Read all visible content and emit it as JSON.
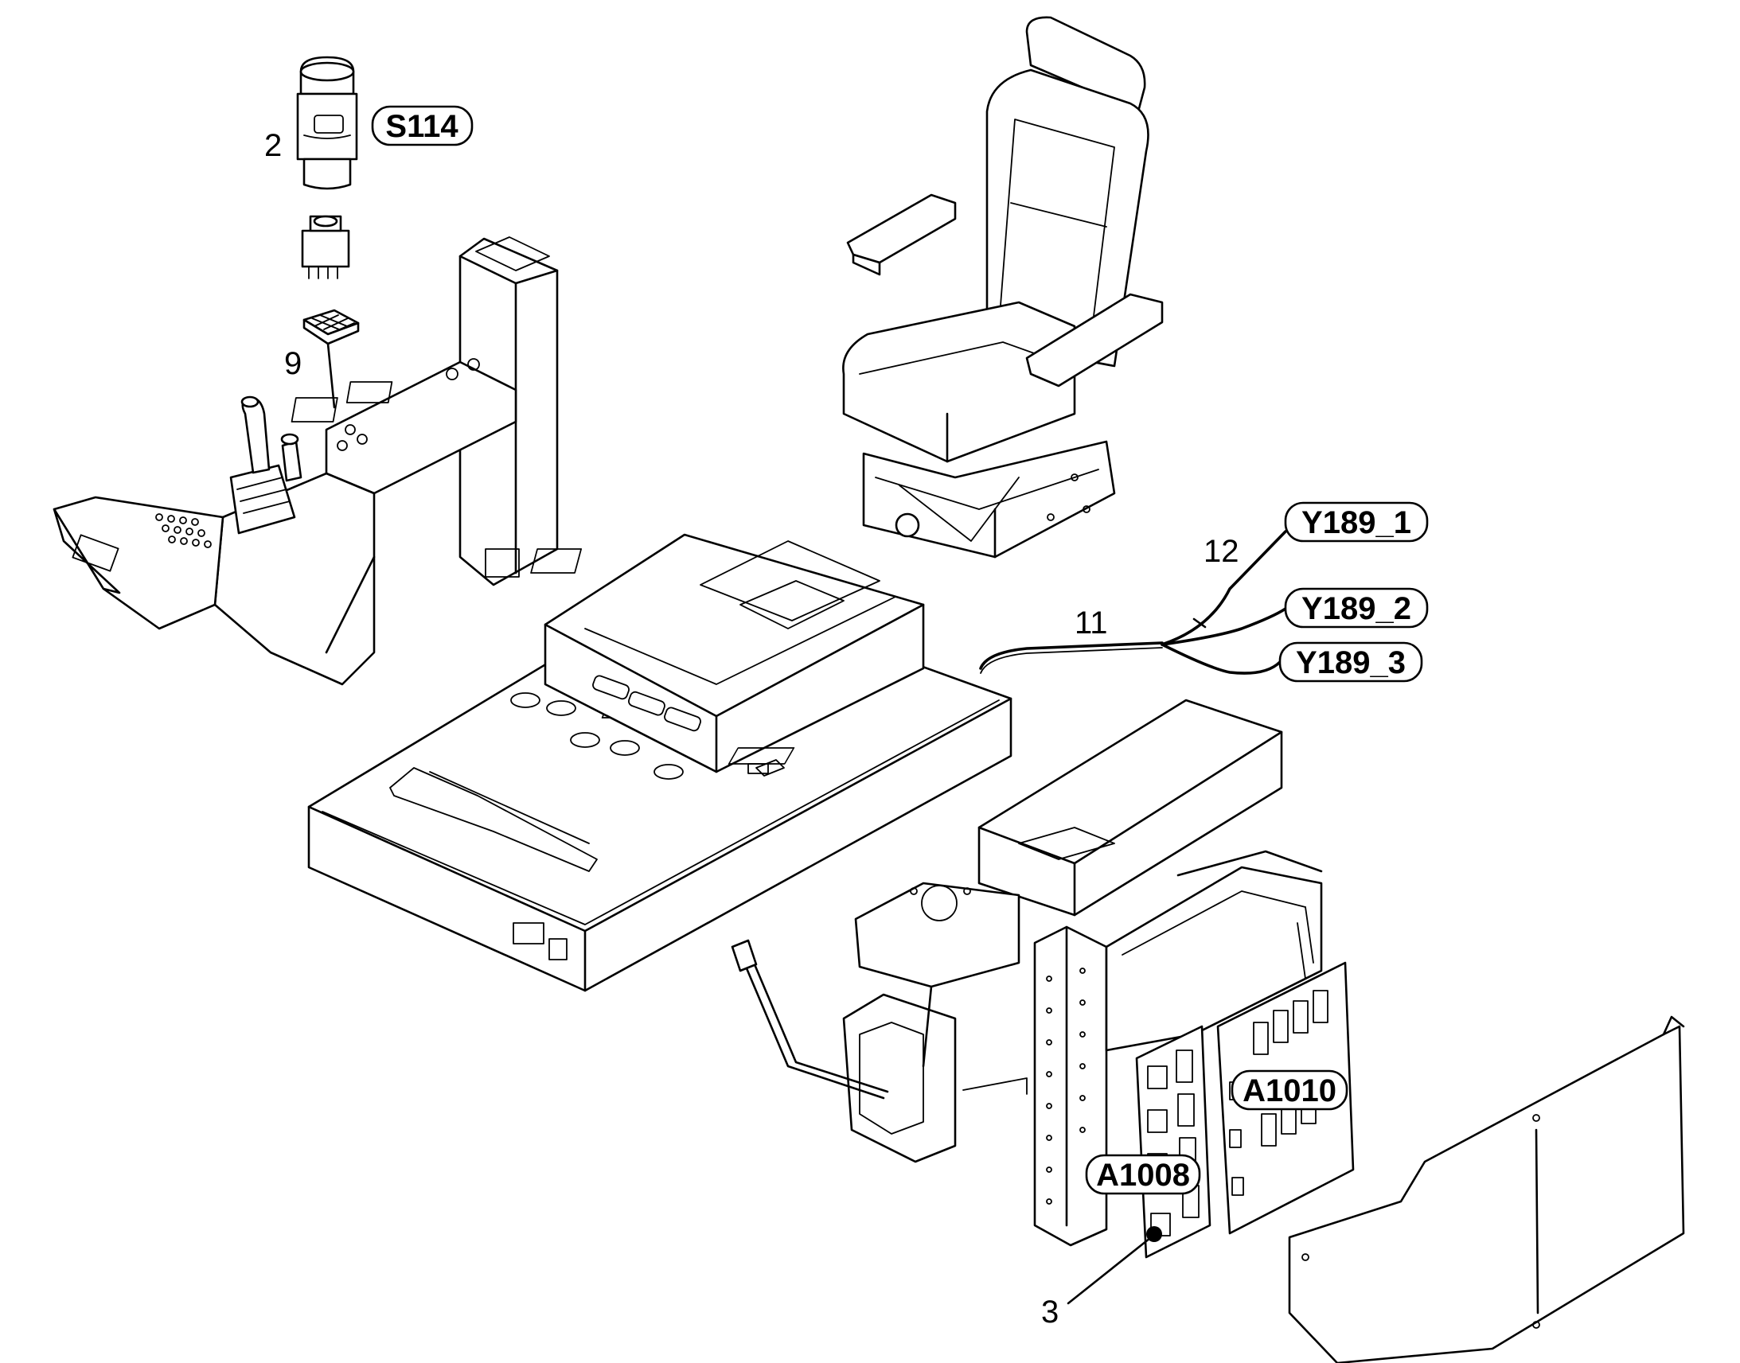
{
  "callouts": {
    "s114": "S114",
    "y189_1": "Y189_1",
    "y189_2": "Y189_2",
    "y189_3": "Y189_3",
    "a1010": "A1010",
    "a1008": "A1008"
  },
  "item_numbers": {
    "n2": "2",
    "n9": "9",
    "n11": "11",
    "n12": "12",
    "n3": "3"
  }
}
